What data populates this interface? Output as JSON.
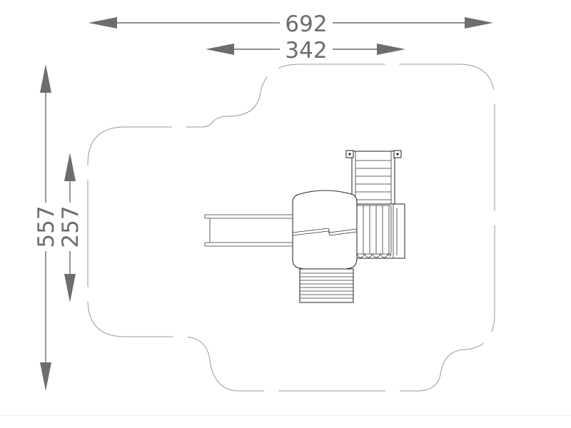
{
  "dimensions": {
    "overall_width": "692",
    "platform_width": "342",
    "overall_length": "557",
    "platform_length": "257"
  },
  "colors": {
    "dimension": "#6d6d6d",
    "safety_zone": "#9a9a9a",
    "equipment": "#222222"
  }
}
